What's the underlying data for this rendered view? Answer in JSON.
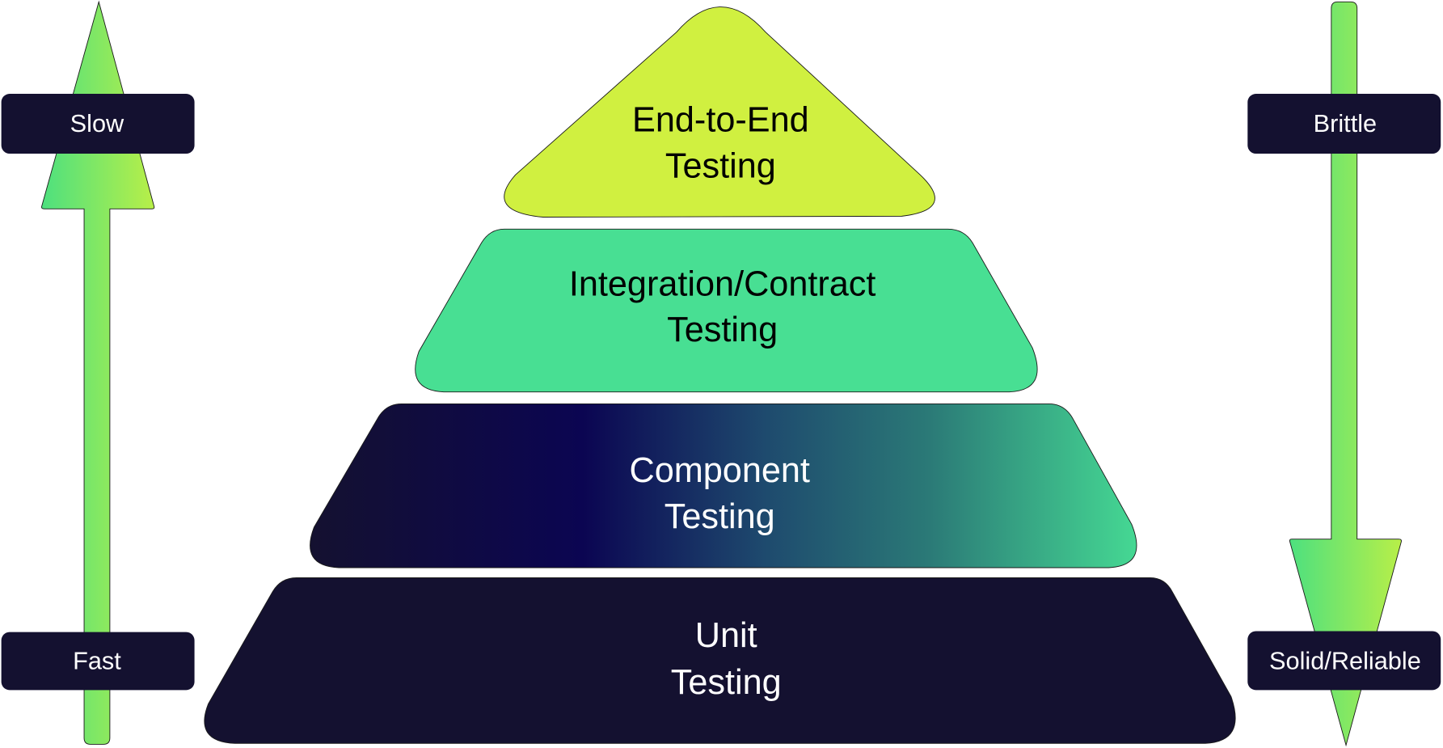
{
  "title": "Testing Pyramid",
  "tiers": [
    {
      "line1": "End-to-End",
      "line2": "Testing",
      "color": "#d0f040",
      "text_color": "#000000"
    },
    {
      "line1": "Integration/Contract",
      "line2": "Testing",
      "color": "#48df93",
      "text_color": "#000000"
    },
    {
      "line1": "Component",
      "line2": "Testing",
      "color_start": "#141130",
      "color_mid": "#0b0552",
      "color_end": "#45d893",
      "text_color": "#ffffff"
    },
    {
      "line1": "Unit",
      "line2": "Testing",
      "color": "#141130",
      "text_color": "#ffffff"
    }
  ],
  "left_axis": {
    "top_label": "Slow",
    "bottom_label": "Fast",
    "direction": "up"
  },
  "right_axis": {
    "top_label": "Brittle",
    "bottom_label": "Solid/Reliable",
    "direction": "down"
  },
  "colors": {
    "label_bg": "#141130",
    "arrow_start": "#4de07f",
    "arrow_end": "#b8ef48"
  }
}
